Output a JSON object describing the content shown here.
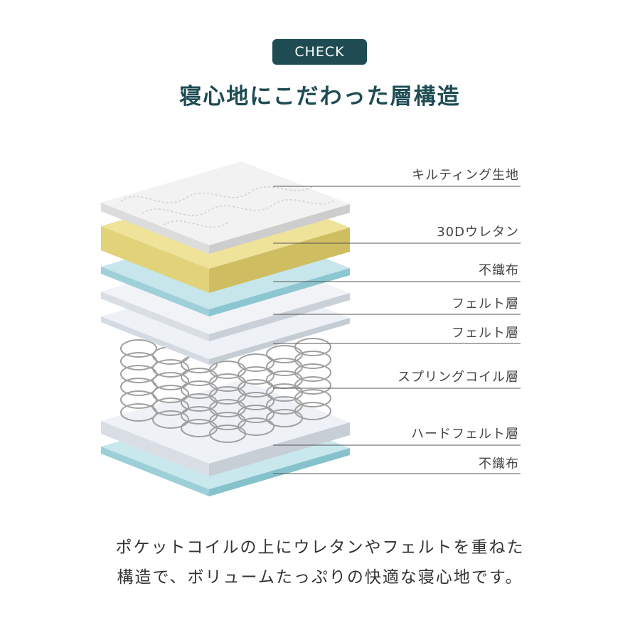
{
  "badge": "CHECK",
  "title": "寝心地にこだわった層構造",
  "layers": [
    {
      "label": "キルティング生地"
    },
    {
      "label": "30Dウレタン"
    },
    {
      "label": "不織布"
    },
    {
      "label": "フェルト層"
    },
    {
      "label": "フェルト層"
    },
    {
      "label": "スプリングコイル層"
    },
    {
      "label": "ハードフェルト層"
    },
    {
      "label": "不織布"
    }
  ],
  "description": {
    "line1": "ポケットコイルの上にウレタンやフェルトを重ねた",
    "line2": "構造で、ボリュームたっぷりの快適な寝心地です。"
  },
  "colors": {
    "accent": "#1e4c52",
    "quilt": "#f0f0f0",
    "urethane": "#ecdf8c",
    "nonwoven": "#bfe3ea",
    "felt": "#eaeef3",
    "coil": "#9a9a9a"
  }
}
